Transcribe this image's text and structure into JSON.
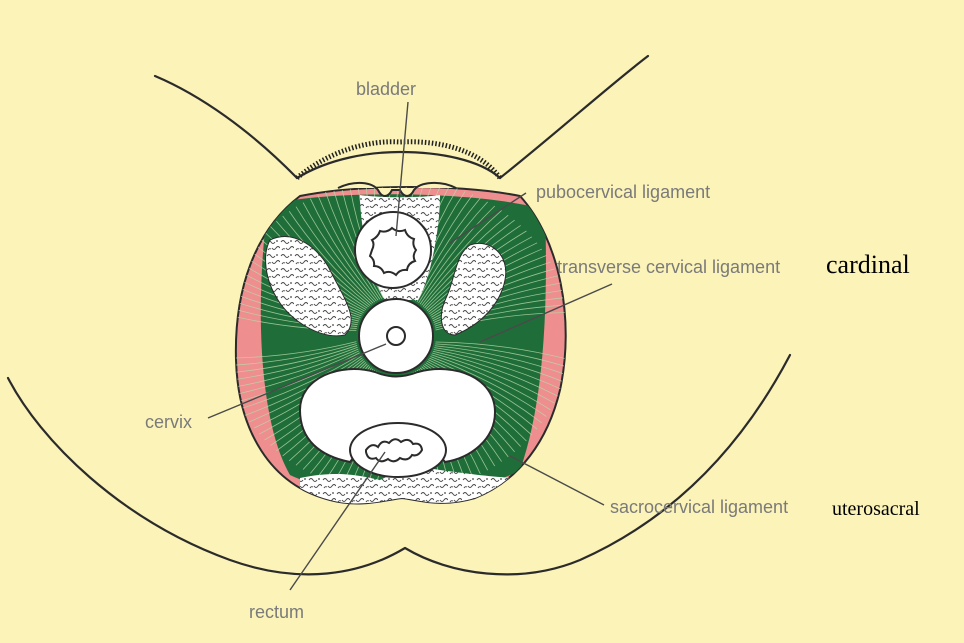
{
  "labels": {
    "bladder": "bladder",
    "pubocervical": "pubocervical ligament",
    "transverse_cervical": "transverse cervical ligament",
    "cervix": "cervix",
    "sacrocervical": "sacrocervical ligament",
    "rectum": "rectum"
  },
  "annotations": {
    "cardinal": "cardinal",
    "uterosacral": "uterosacral"
  },
  "colors": {
    "background": "#fbf3b8",
    "ligament_green": "#1f6e3a",
    "fascia_pink": "#ee8e8e",
    "fat_white": "#ffffff",
    "outline": "#2b2b2b",
    "label_gray": "#7a7a7a"
  }
}
